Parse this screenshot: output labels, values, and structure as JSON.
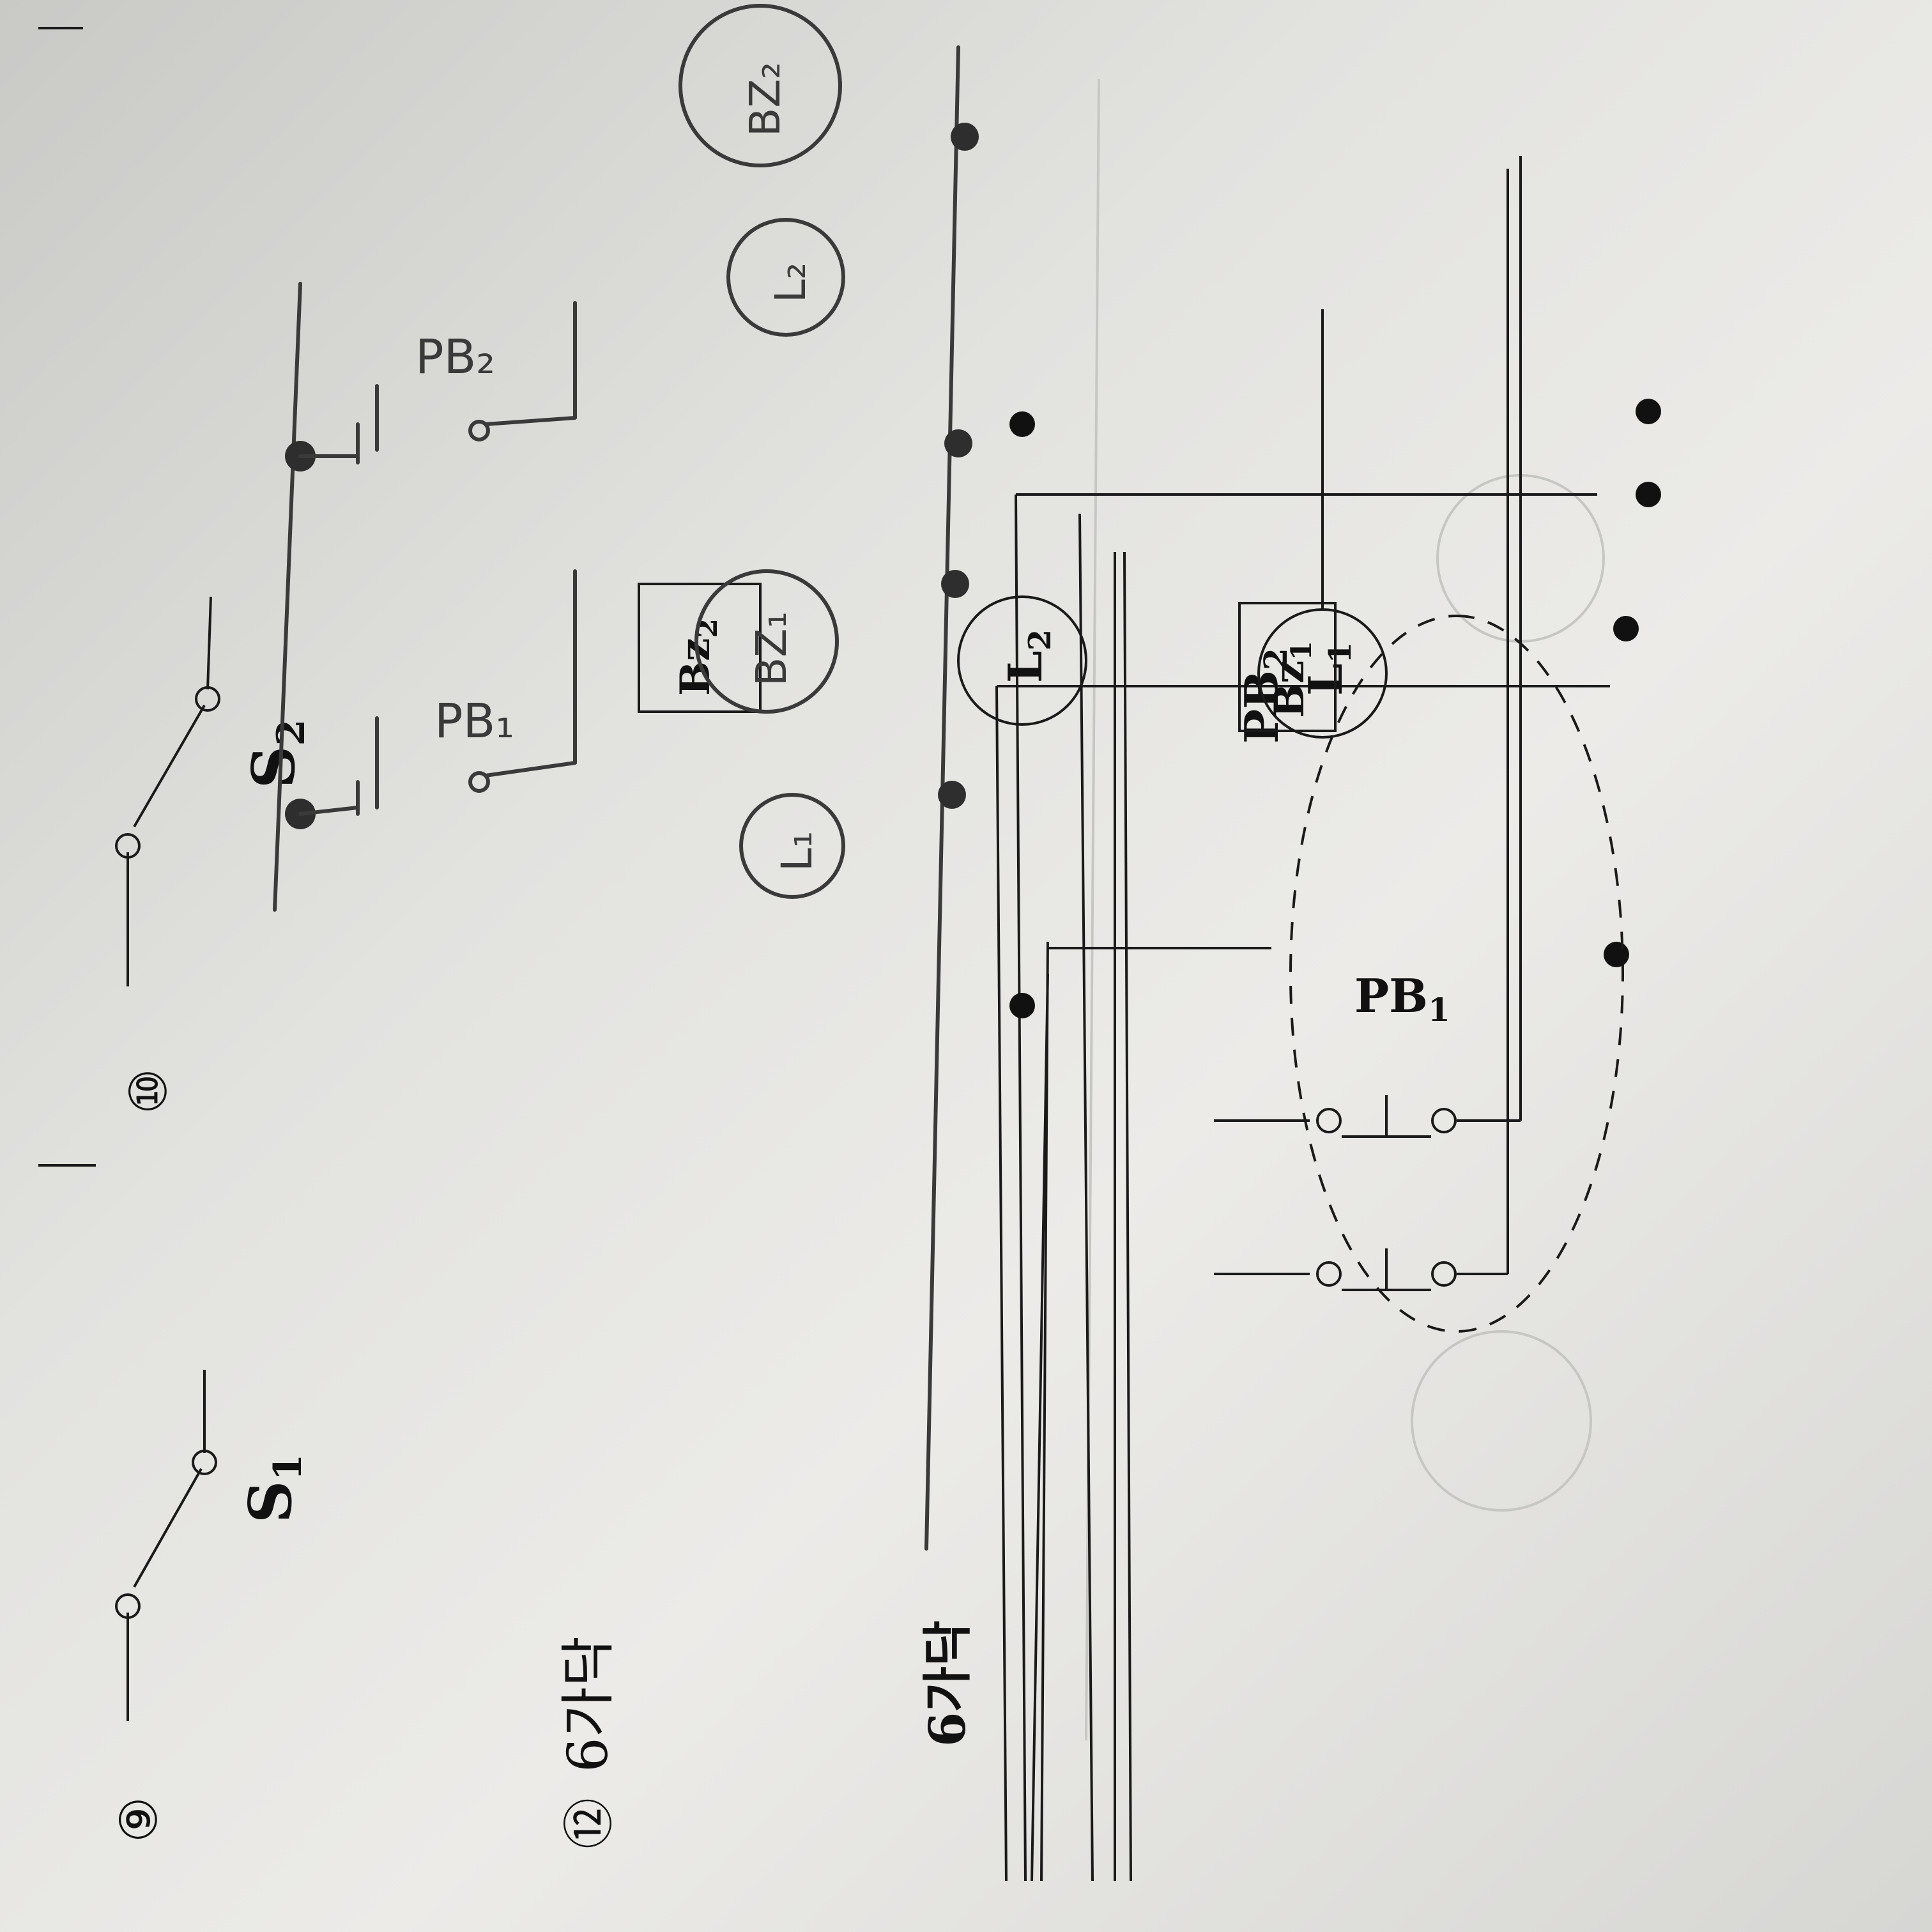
{
  "problems": {
    "p9": {
      "number": "⑨",
      "switch_label": "S",
      "switch_sub": "1"
    },
    "p10": {
      "number": "⑩",
      "switch_label": "S",
      "switch_sub": "2"
    },
    "p12": {
      "number": "⑫",
      "answer": "6가닥"
    }
  },
  "printed_diagram": {
    "wire_count_label": "6가닥",
    "pb1": {
      "label": "PB",
      "sub": "1"
    },
    "pb2": {
      "label": "PB",
      "sub": "2"
    },
    "l1": {
      "label": "L",
      "sub": "1"
    },
    "l2": {
      "label": "L",
      "sub": "2"
    },
    "bz1": {
      "label": "Bz",
      "sub": "1"
    },
    "bz2": {
      "label": "Bz",
      "sub": "2"
    }
  },
  "sketch": {
    "pb1": "PB₁",
    "pb2": "PB₂",
    "l1": "L₁",
    "l2": "L₂",
    "bz1": "BZ₁",
    "bz2": "BZ₂"
  },
  "colors": {
    "ink": "#1a1a1a",
    "pencil": "#3a3a3a",
    "paper": "#e6e6e3"
  }
}
